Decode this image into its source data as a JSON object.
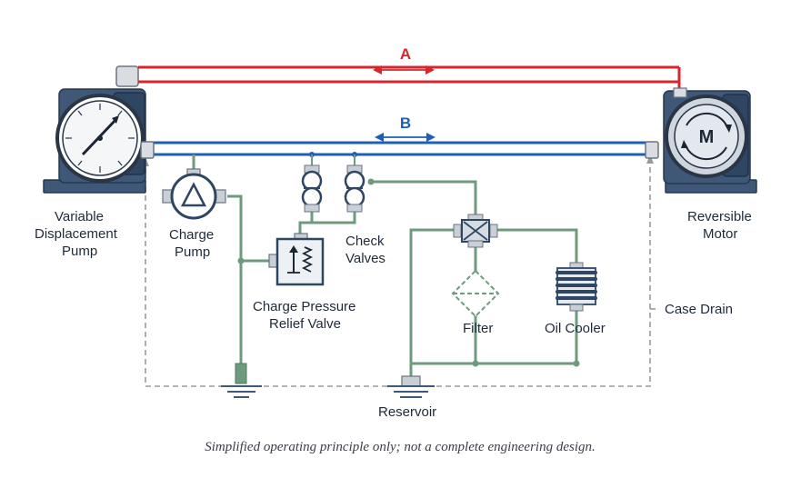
{
  "lines": {
    "a_label": "A",
    "b_label": "B",
    "colors": {
      "line_a": "#d6252b",
      "line_b": "#1c5fb8",
      "charge_circuit": "#6e9a7e",
      "case_drain": "#9a9a9a",
      "housing": "#3f5878"
    }
  },
  "components": {
    "pump_label": [
      "Variable",
      "Displacement",
      "Pump"
    ],
    "motor_label": [
      "Reversible",
      "Motor"
    ],
    "motor_symbol": "M",
    "charge_pump_label": [
      "Charge",
      "Pump"
    ],
    "check_valves_label": [
      "Check",
      "Valves"
    ],
    "relief_valve_label": [
      "Charge Pressure",
      "Relief Valve"
    ],
    "filter_label": "Filter",
    "oil_cooler_label": "Oil Cooler",
    "case_drain_label": "Case Drain",
    "reservoir_label": "Reservoir"
  },
  "caption": "Simplified operating principle only; not a complete engineering design."
}
